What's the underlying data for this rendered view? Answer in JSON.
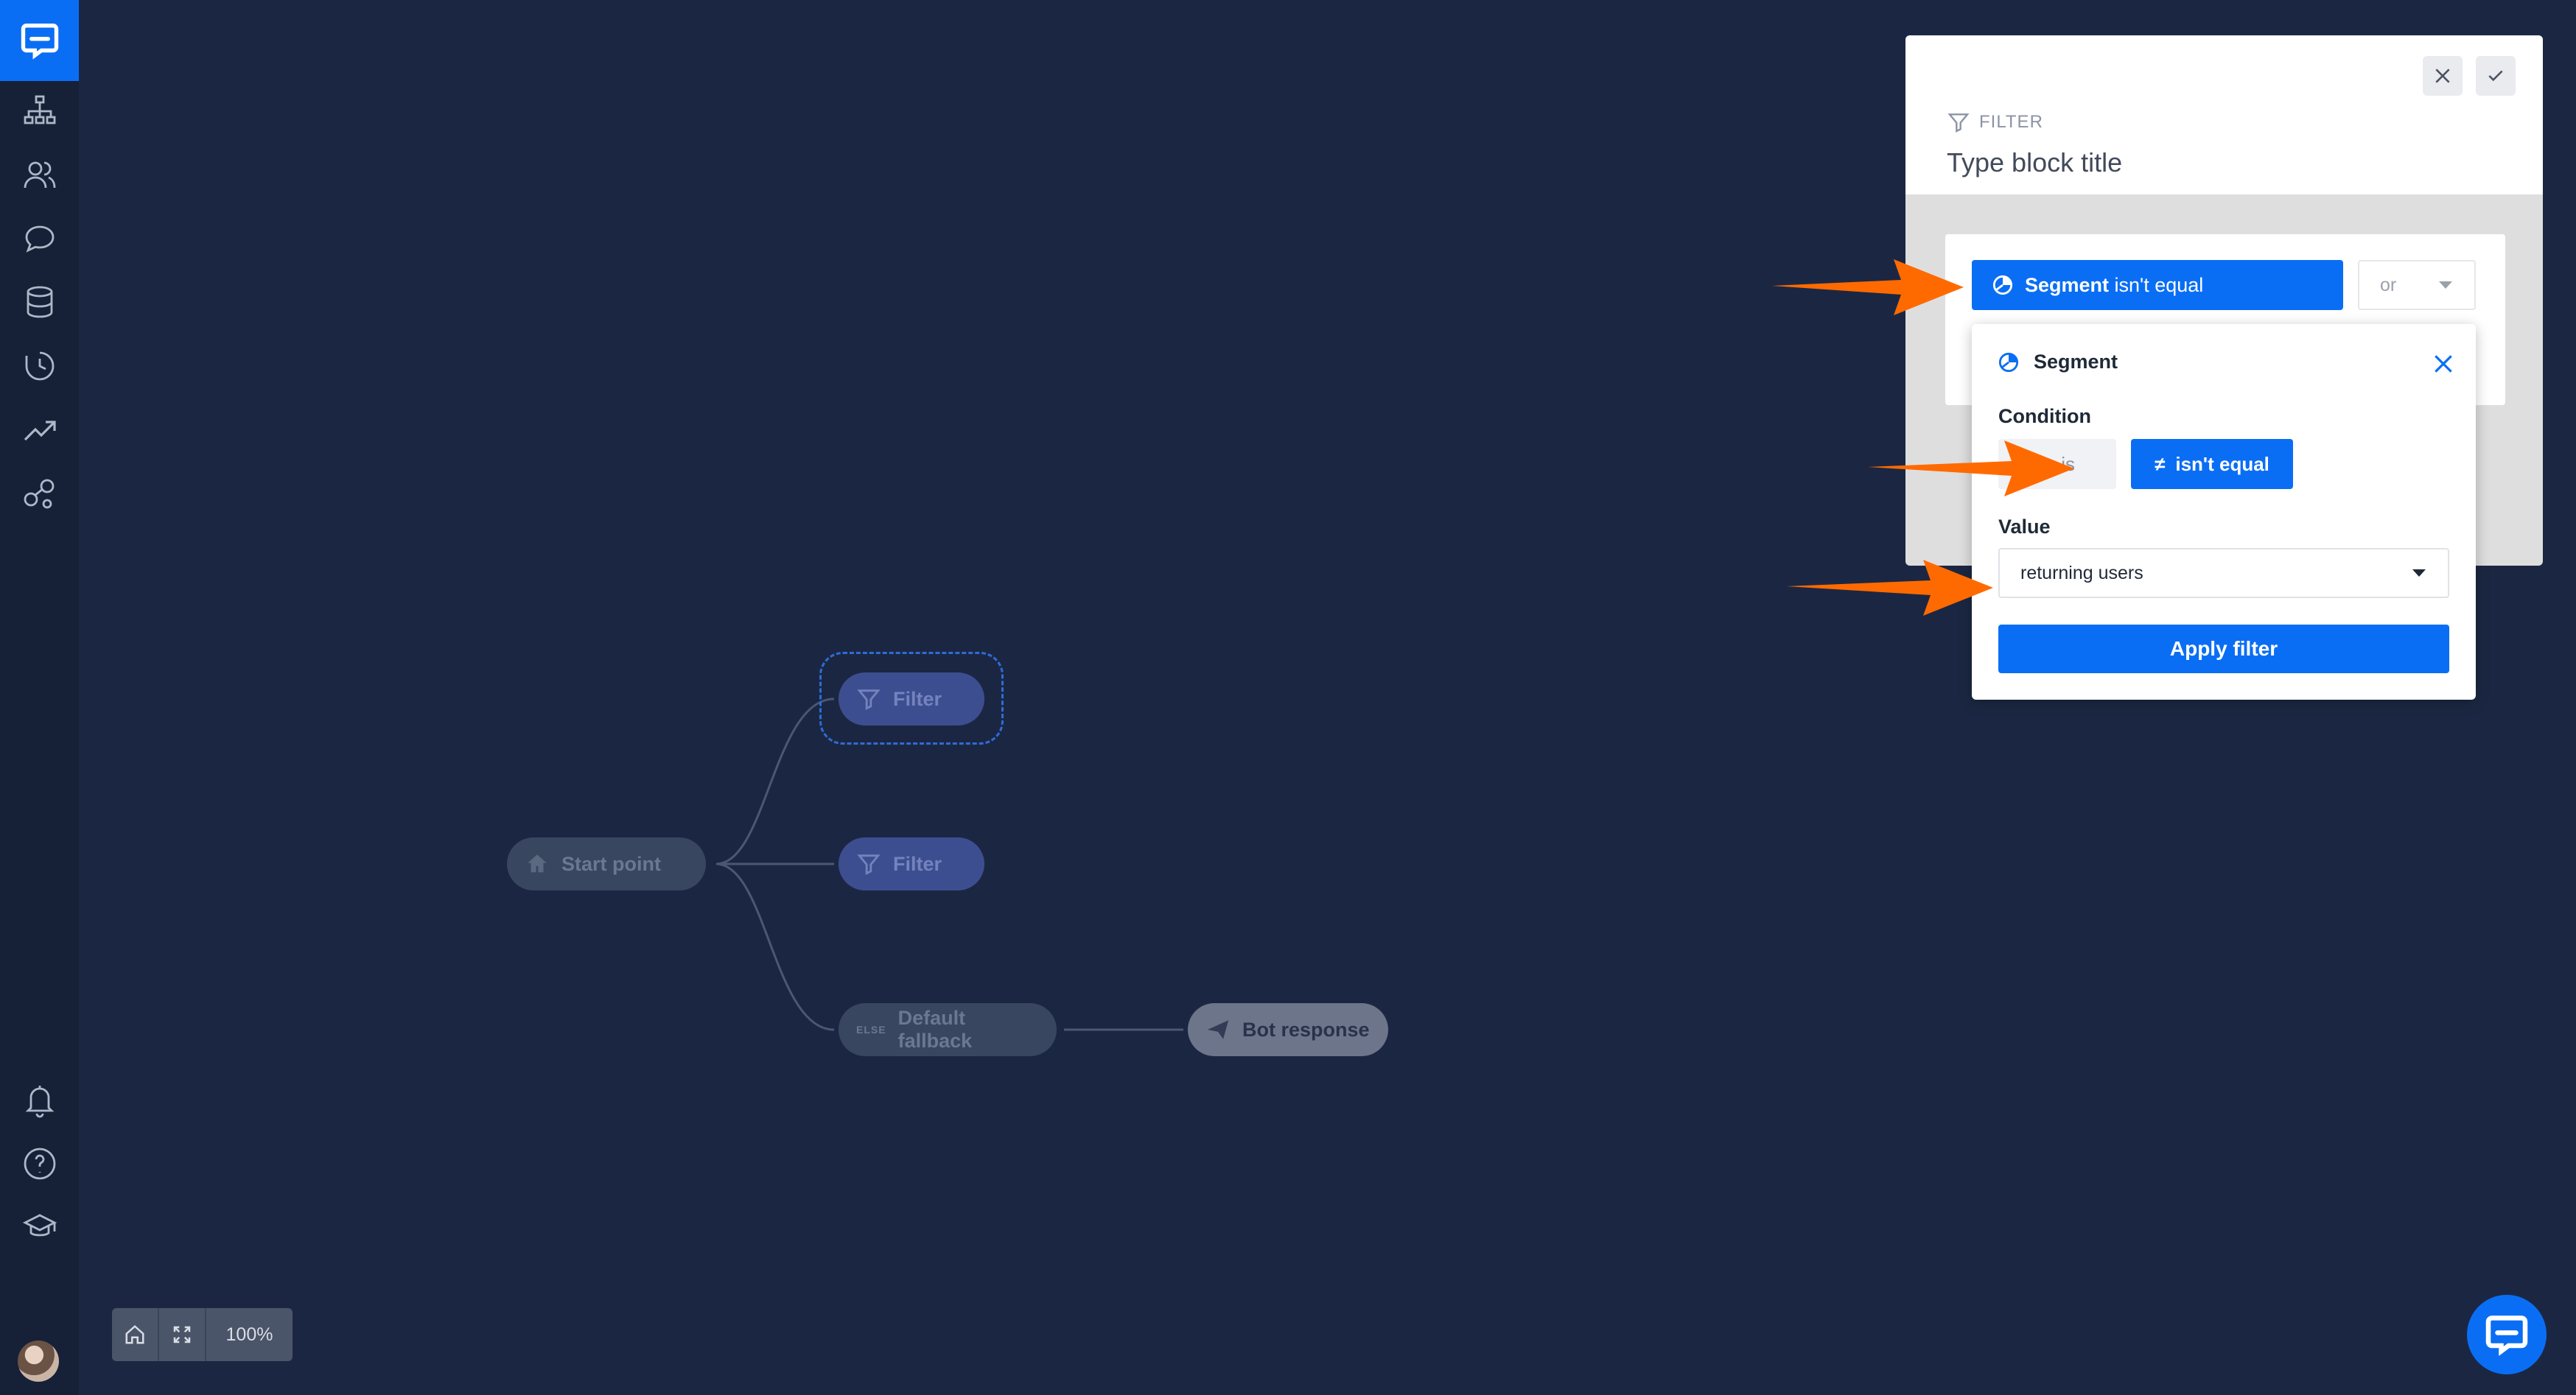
{
  "sidebar": {
    "items": [
      {
        "icon": "flow-tree-icon"
      },
      {
        "icon": "users-icon"
      },
      {
        "icon": "chat-bubble-icon"
      },
      {
        "icon": "database-icon"
      },
      {
        "icon": "history-icon"
      },
      {
        "icon": "trending-icon"
      },
      {
        "icon": "integrations-icon"
      }
    ],
    "bottom_items": [
      {
        "icon": "bell-icon"
      },
      {
        "icon": "help-icon"
      },
      {
        "icon": "graduation-cap-icon"
      }
    ]
  },
  "canvas": {
    "nodes": {
      "start": "Start point",
      "filter_1": "Filter",
      "filter_2": "Filter",
      "fallback_tag": "ELSE",
      "fallback": "Default fallback",
      "bot_response": "Bot response"
    },
    "zoom": "100%"
  },
  "panel": {
    "type_label": "FILTER",
    "title": "Type block title",
    "segment_pill": {
      "strong": "Segment",
      "rest": "isn't equal"
    },
    "or_select": "or",
    "popup": {
      "title": "Segment",
      "condition_label": "Condition",
      "condition_options": {
        "equal": "is",
        "not_equal": "isn't equal"
      },
      "value_label": "Value",
      "value_selected": "returning users",
      "apply_button": "Apply filter"
    }
  },
  "colors": {
    "background": "#1b2742",
    "sidebar": "#162036",
    "accent": "#0a6ef5",
    "annotation_arrow": "#ff6a00"
  }
}
